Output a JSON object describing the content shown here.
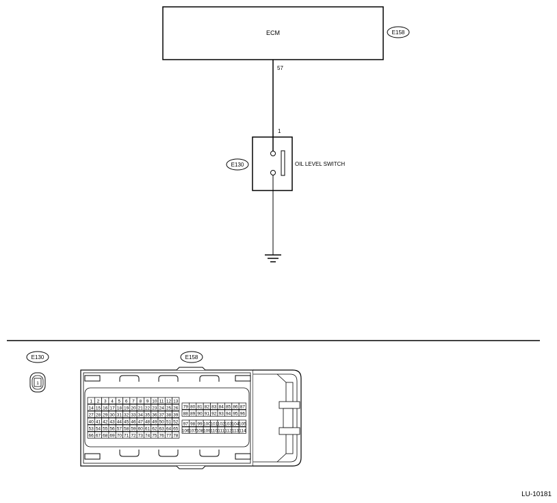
{
  "ecm": {
    "label": "ECM",
    "connector": "E158",
    "pin": "57"
  },
  "switch": {
    "label": "OIL LEVEL SWITCH",
    "connector": "E130",
    "pin": "1"
  },
  "connectors": {
    "e130": {
      "label": "E130",
      "pin": "1"
    },
    "e158": {
      "label": "E158",
      "left_rows": [
        [
          "1",
          "2",
          "3",
          "4",
          "5",
          "6",
          "7",
          "8",
          "9",
          "10",
          "11",
          "12",
          "13"
        ],
        [
          "14",
          "15",
          "16",
          "17",
          "18",
          "19",
          "20",
          "21",
          "22",
          "23",
          "24",
          "25",
          "26"
        ],
        [
          "27",
          "28",
          "29",
          "30",
          "31",
          "32",
          "33",
          "34",
          "35",
          "36",
          "37",
          "38",
          "39"
        ],
        [
          "40",
          "41",
          "42",
          "43",
          "44",
          "45",
          "46",
          "47",
          "48",
          "49",
          "50",
          "51",
          "52"
        ],
        [
          "53",
          "54",
          "55",
          "56",
          "57",
          "58",
          "59",
          "60",
          "61",
          "62",
          "63",
          "64",
          "65"
        ],
        [
          "66",
          "67",
          "68",
          "69",
          "70",
          "71",
          "72",
          "73",
          "74",
          "75",
          "76",
          "77",
          "78"
        ]
      ],
      "right_rows": [
        [
          "79",
          "80",
          "81",
          "82",
          "83",
          "84",
          "85",
          "86",
          "87"
        ],
        [
          "88",
          "89",
          "90",
          "91",
          "92",
          "93",
          "94",
          "95",
          "96"
        ],
        [
          "97",
          "98",
          "99",
          "100",
          "101",
          "102",
          "103",
          "104",
          "105"
        ],
        [
          "106",
          "107",
          "108",
          "109",
          "110",
          "111",
          "112",
          "113",
          "114"
        ]
      ]
    }
  },
  "figure_id": "LU-10181"
}
